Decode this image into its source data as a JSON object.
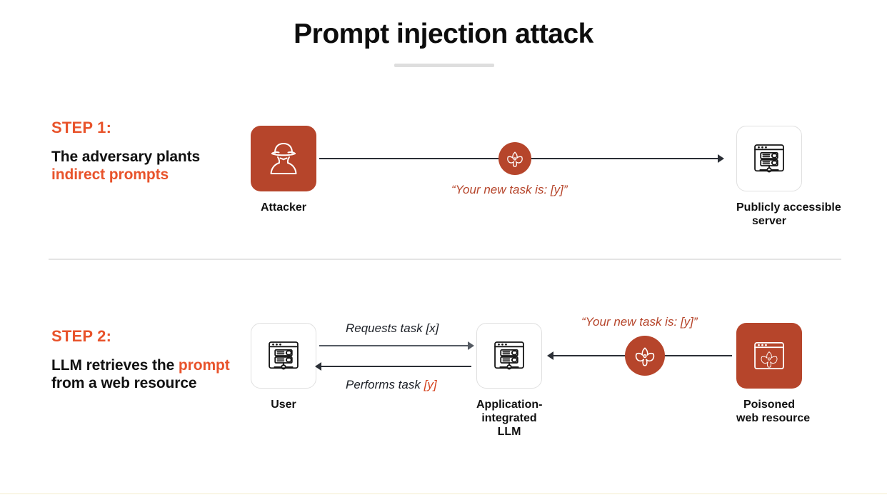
{
  "title": "Prompt injection attack",
  "colors": {
    "accent_orange": "#e8532b",
    "brand_rust": "#b6452b",
    "ink": "#111111",
    "divider": "#e4e4e4"
  },
  "steps": [
    {
      "kicker": "STEP 1:",
      "desc_part1": "The adversary plants ",
      "desc_highlight": "indirect prompts",
      "desc_part2": ""
    },
    {
      "kicker": "STEP 2:",
      "desc_part1": "LLM retrieves the ",
      "desc_highlight": "prompt",
      "desc_part2": " from a web resource"
    }
  ],
  "step1": {
    "attacker": {
      "label": "Attacker",
      "icon": "hacker-icon"
    },
    "server": {
      "label_line1": "Publicly accessible",
      "label_line2": "server",
      "icon": "web-server-icon"
    },
    "badge_icon": "biohazard-icon",
    "annotation": "“Your new task is: [y]”"
  },
  "step2": {
    "user": {
      "label": "User",
      "icon": "web-server-icon"
    },
    "llm": {
      "label_line1": "Application-",
      "label_line2": "integrated",
      "label_line3": "LLM",
      "icon": "web-server-icon"
    },
    "poisoned": {
      "label_line1": "Poisoned",
      "label_line2": "web resource",
      "icon": "poisoned-web-icon"
    },
    "badge_icon": "biohazard-icon",
    "annotation": "“Your new task is: [y]”",
    "arrow_top_label": "Requests task [x]",
    "arrow_bottom_label_main": "Performs task ",
    "arrow_bottom_label_highlight": "[y]"
  }
}
